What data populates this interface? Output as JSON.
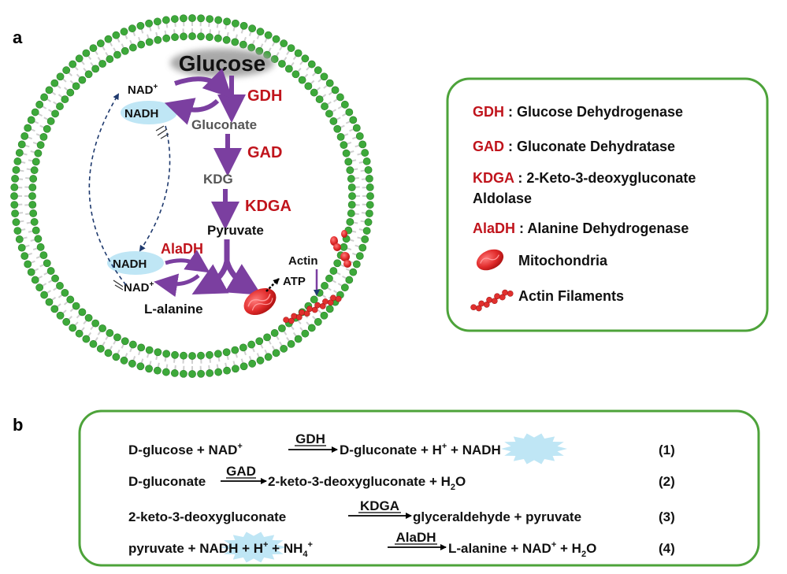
{
  "panel_a": {
    "label": "a",
    "cell": {
      "glucose": "Glucose",
      "gdh": "GDH",
      "gluconate": "Gluconate",
      "gad": "GAD",
      "kdg": "KDG",
      "kdga": "KDGA",
      "pyruvate": "Pyruvate",
      "alanine": "L-alanine",
      "aladh": "AlaDH",
      "nad_top": "NAD+",
      "nadh_top": "NADH",
      "nadh_bottom": "NADH",
      "nad_bottom": "NAD+",
      "actin": "Actin",
      "atp": "ATP"
    },
    "legend": {
      "items": [
        {
          "abbr": "GDH",
          "desc": " : Glucose Dehydrogenase"
        },
        {
          "abbr": "GAD",
          "desc": " : Gluconate Dehydratase"
        },
        {
          "abbr": "KDGA",
          "desc": " : 2-Keto-3-deoxygluconate",
          "desc2": "Aldolase"
        },
        {
          "abbr": "AlaDH",
          "desc": " : Alanine Dehydrogenase"
        }
      ],
      "mitochondria": "Mitochondria",
      "actin": "Actin Filaments"
    }
  },
  "panel_b": {
    "label": "b",
    "reactions": [
      {
        "pre": "D-glucose + NAD",
        "pre_sup": "+",
        "enzyme": "GDH",
        "post": "D-gluconate + H",
        "post_sup": "+",
        "post2": " + ",
        "nadh": "NADH",
        "num": "(1)"
      },
      {
        "pre": "D-gluconate",
        "enzyme": "GAD",
        "post": "2-keto-3-deoxygluconate + H",
        "post_sub": "2",
        "post2": "O",
        "num": "(2)"
      },
      {
        "pre": "2-keto-3-deoxygluconate",
        "enzyme": "KDGA",
        "post": "glyceraldehyde + pyruvate",
        "num": "(3)"
      },
      {
        "pre": "pyruvate + ",
        "nadh": "NADH",
        "pre2": " + H",
        "pre2_sup": "+",
        "pre3": " + NH",
        "pre3_sub": "4",
        "pre3_sup": "+",
        "enzyme": "AlaDH",
        "post": "L-alanine + NAD",
        "post_sup": "+",
        "post2": " + H",
        "post_sub": "2",
        "post3": "O",
        "num": "(4)"
      }
    ]
  },
  "colors": {
    "enzyme_red": "#c0141c",
    "arrow_purple": "#7b3fa0",
    "membrane_green": "#3da93a",
    "nadh_glow": "#bfe6f5",
    "dash_navy": "#1f3a6e",
    "box_border": "#4da33a"
  }
}
